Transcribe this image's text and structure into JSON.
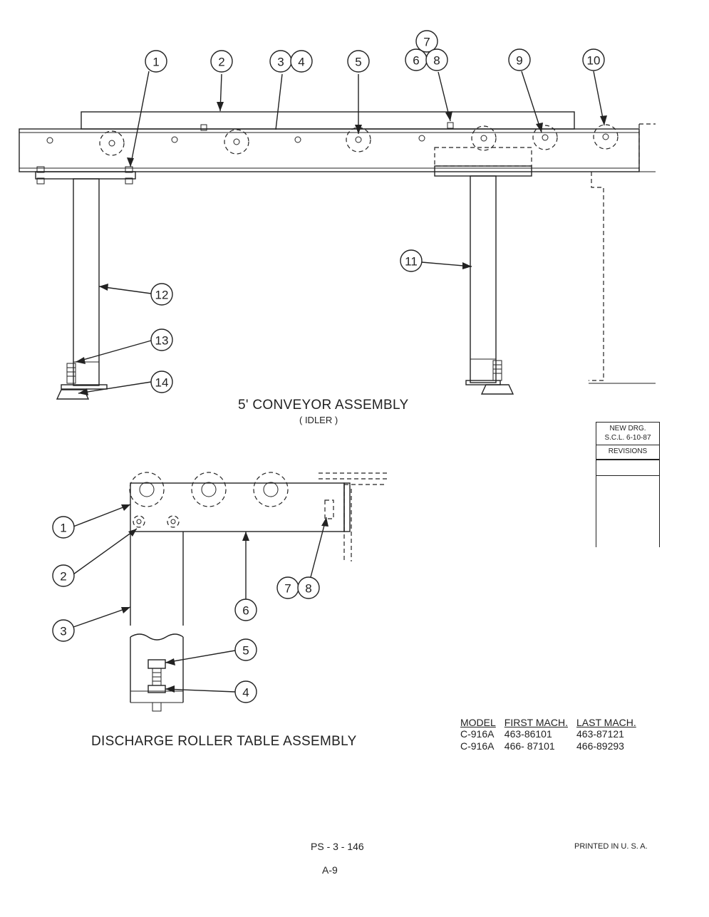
{
  "conveyor": {
    "title": "5' CONVEYOR ASSEMBLY",
    "subtitle": "( IDLER )",
    "callouts": [
      "1",
      "2",
      "3",
      "4",
      "5",
      "6",
      "7",
      "8",
      "9",
      "10",
      "11",
      "12",
      "13",
      "14"
    ]
  },
  "discharge": {
    "title": "DISCHARGE ROLLER TABLE ASSEMBLY",
    "callouts": [
      "1",
      "2",
      "3",
      "4",
      "5",
      "6",
      "7",
      "8"
    ]
  },
  "revision": {
    "line1": "NEW DRG.",
    "line2": "S.C.L. 6-10-87",
    "label": "REVISIONS"
  },
  "model_table": {
    "headers": [
      "MODEL",
      "FIRST MACH.",
      "LAST MACH."
    ],
    "rows": [
      [
        "C-916A",
        "463-86101",
        "463-87121"
      ],
      [
        "C-916A",
        "466- 87101",
        "466-89293"
      ]
    ]
  },
  "footer": {
    "drawing_number": "PS - 3 - 146",
    "printed": "PRINTED IN U. S. A.",
    "page": "A-9"
  }
}
